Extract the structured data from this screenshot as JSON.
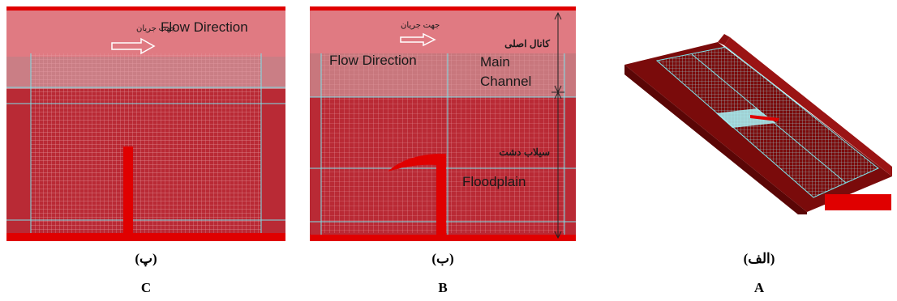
{
  "panels": {
    "c": {
      "label_fa": "(پ)",
      "label_en": "C",
      "flow_fa": "جهت جريان",
      "flow_en": "Flow Direction"
    },
    "b": {
      "label_fa": "(ب)",
      "label_en": "B",
      "flow_fa": "جهت جريان",
      "flow_en": "Flow Direction",
      "main_fa": "کانال اصلی",
      "main_en_1": "Main",
      "main_en_2": "Channel",
      "flood_fa": "سيلاب دشت",
      "flood_en": "Floodplain"
    },
    "a": {
      "label_fa": "(الف)",
      "label_en": "A"
    }
  },
  "colors": {
    "channel_pink": "#d9646c",
    "floodplain_red": "#b92a35",
    "mesh_line": "#7ce3ea",
    "wall_red": "#e00000",
    "solid_dark": "#7a0b0b"
  }
}
